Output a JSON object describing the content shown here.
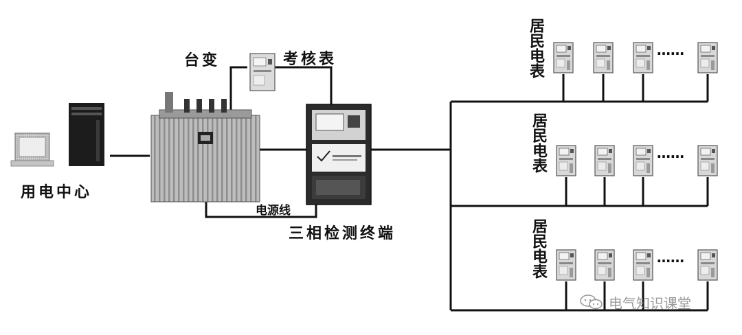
{
  "labels": {
    "user_center": "用电中心",
    "transformer": "台变",
    "check_meter": "考核表",
    "power_line": "电源线",
    "terminal": "三相检测终端",
    "resident_meter_group": "居民电表"
  },
  "meter_rows": [
    {
      "label": "居民电表",
      "ellipsis": "……"
    },
    {
      "label": "居民电表",
      "ellipsis": "……"
    },
    {
      "label": "居民电表",
      "ellipsis": "……"
    }
  ],
  "watermark": {
    "text": "电气知识课堂",
    "icon": "wechat-icon"
  },
  "colors": {
    "line": "#111111",
    "text": "#111111",
    "watermark": "#9a9a9a"
  }
}
